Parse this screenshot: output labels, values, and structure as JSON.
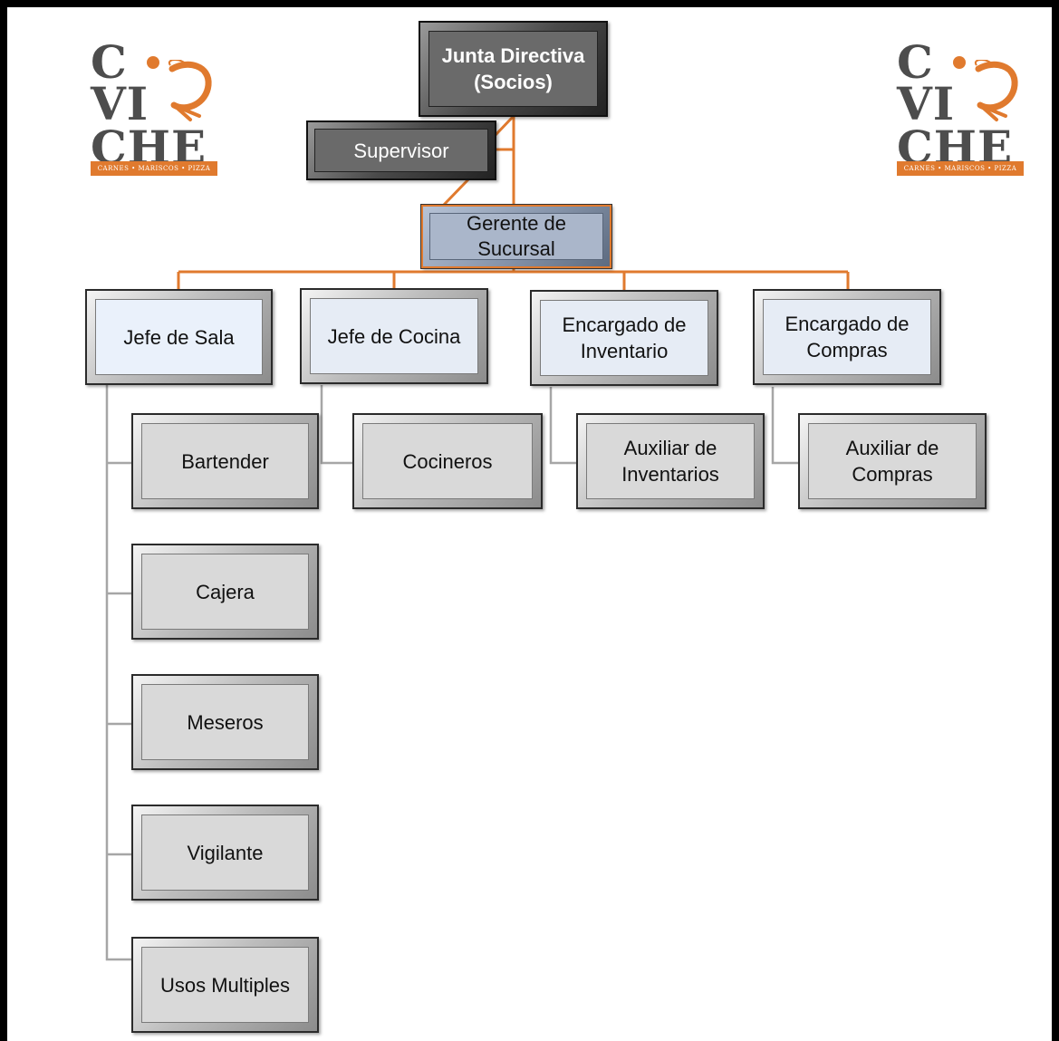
{
  "colors": {
    "accent": "#e07a2e",
    "gray_line": "#a6a6a6",
    "logo_text": "#4d4d4d"
  },
  "logo": {
    "line1": "C",
    "line2": "VI",
    "line3": "CHE",
    "tagline": "CARNES • MARISCOS • PIZZA",
    "icon": "shrimp-icon"
  },
  "org": {
    "board": "Junta Directiva\n(Socios)",
    "supervisor": "Supervisor",
    "manager": "Gerente de\nSucursal",
    "heads": [
      {
        "label": "Jefe de Sala"
      },
      {
        "label": "Jefe de Cocina"
      },
      {
        "label": "Encargado de\nInventario"
      },
      {
        "label": "Encargado de\nCompras"
      }
    ],
    "sala_staff": [
      "Bartender",
      "Cajera",
      "Meseros",
      "Vigilante",
      "Usos Multiples"
    ],
    "cocina_staff": [
      "Cocineros"
    ],
    "inventario_staff": [
      "Auxiliar de\nInventarios"
    ],
    "compras_staff": [
      "Auxiliar de\nCompras"
    ]
  }
}
